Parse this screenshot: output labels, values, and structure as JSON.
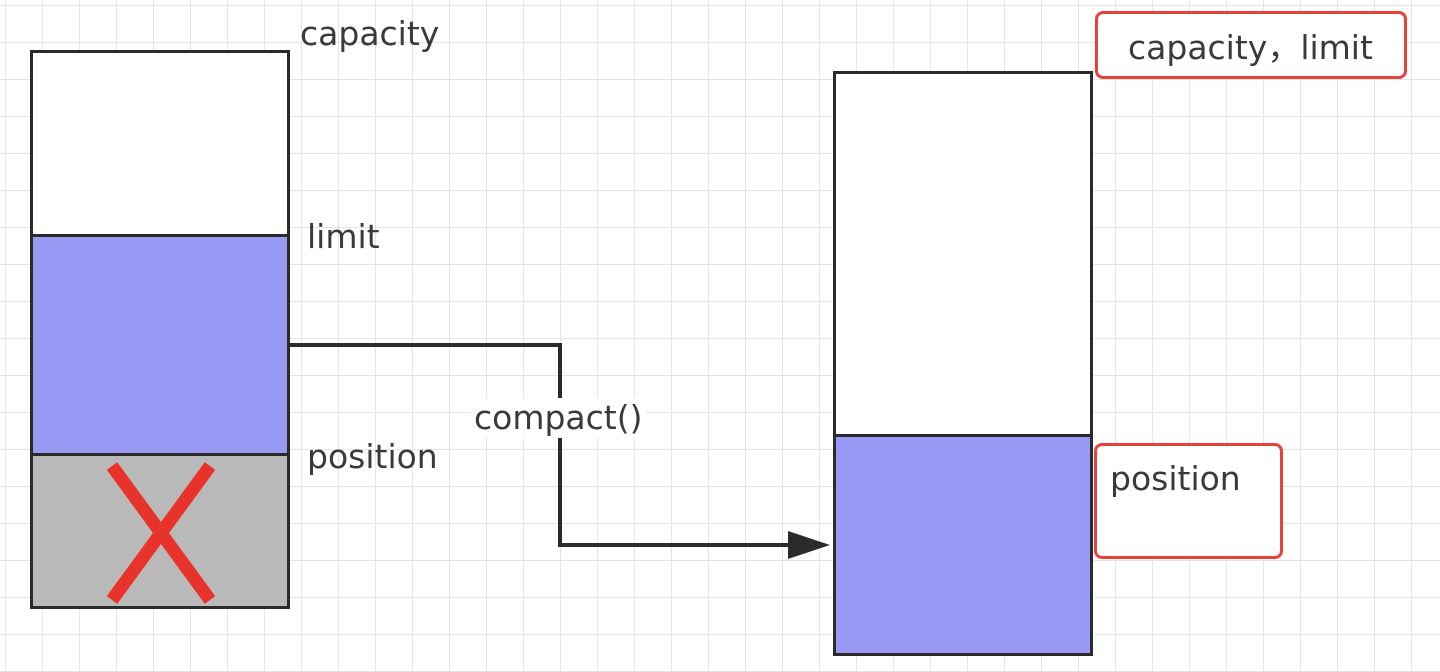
{
  "colors": {
    "grid": "#e4e4e4",
    "outline": "#2b2b2b",
    "data_fill": "#9999f6",
    "discarded_fill": "#b9b9b9",
    "empty_fill": "#ffffff",
    "highlight_border": "#e8433a",
    "cross": "#e8332a",
    "text": "#3a3a3a"
  },
  "before_buffer": {
    "labels": {
      "capacity": "capacity",
      "limit": "limit",
      "position": "position"
    },
    "regions": [
      "empty",
      "data",
      "discarded"
    ],
    "discarded_mark": "X"
  },
  "operation": {
    "label": "compact()",
    "icon": "arrow-right-icon"
  },
  "after_buffer": {
    "labels": {
      "capacity_limit": "capacity，limit",
      "position": "position"
    },
    "regions": [
      "empty",
      "data"
    ]
  }
}
